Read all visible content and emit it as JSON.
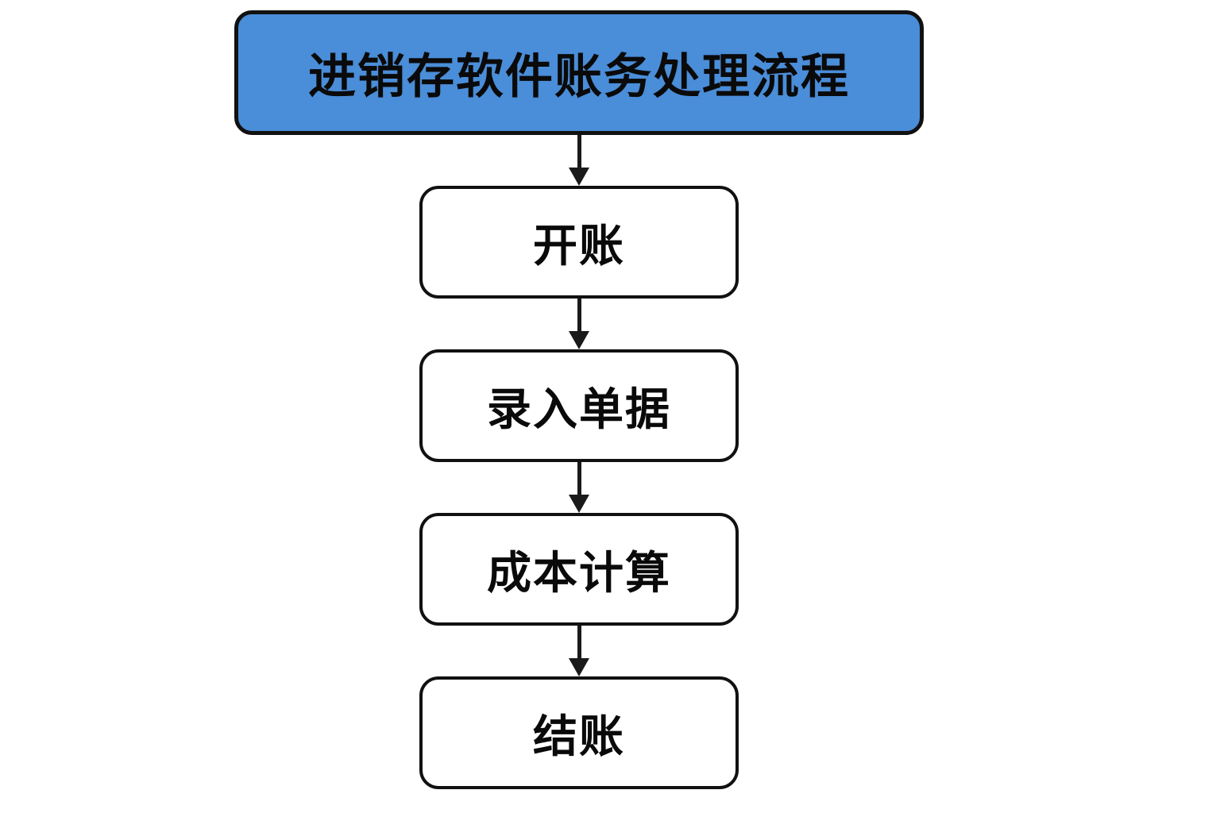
{
  "diagram": {
    "title": "进销存软件账务处理流程",
    "steps": [
      {
        "label": "开账"
      },
      {
        "label": "录入单据"
      },
      {
        "label": "成本计算"
      },
      {
        "label": "结账"
      }
    ],
    "colors": {
      "header_fill": "#4A8DD8",
      "box_fill": "#FFFFFF",
      "border": "#111111",
      "text": "#0A0A0A",
      "arrow": "#1A1A1A"
    }
  }
}
